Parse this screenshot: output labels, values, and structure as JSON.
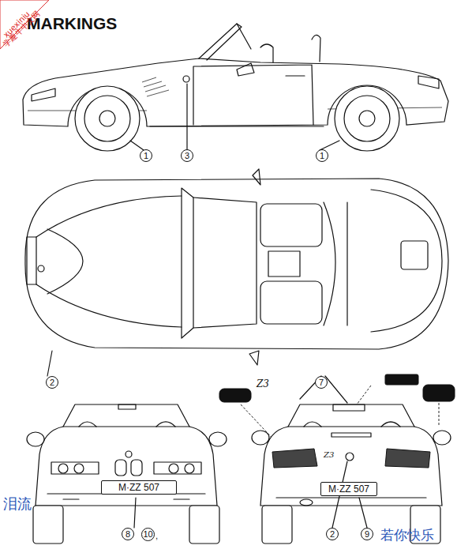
{
  "diagram": {
    "title": "MARKINGS",
    "nodes": [
      {
        "text": [
          "1"
        ]
      },
      {
        "text": [
          "3"
        ]
      },
      {
        "text": [
          "1"
        ]
      },
      {
        "text": [
          "2"
        ]
      },
      {
        "text": [
          "7"
        ]
      },
      {
        "text": [
          "M·ZZ 507"
        ]
      },
      {
        "text": [
          "M·ZZ 507"
        ]
      },
      {
        "text": [
          "8"
        ]
      },
      {
        "text": [
          "10"
        ]
      },
      {
        "text": [
          "2"
        ]
      },
      {
        "text": [
          "9"
        ]
      }
    ],
    "labels": [
      "xuexiniu",
      "学趣牛中文网",
      "Z3",
      "Z3",
      ",",
      "泪流",
      "若你快乐"
    ]
  }
}
